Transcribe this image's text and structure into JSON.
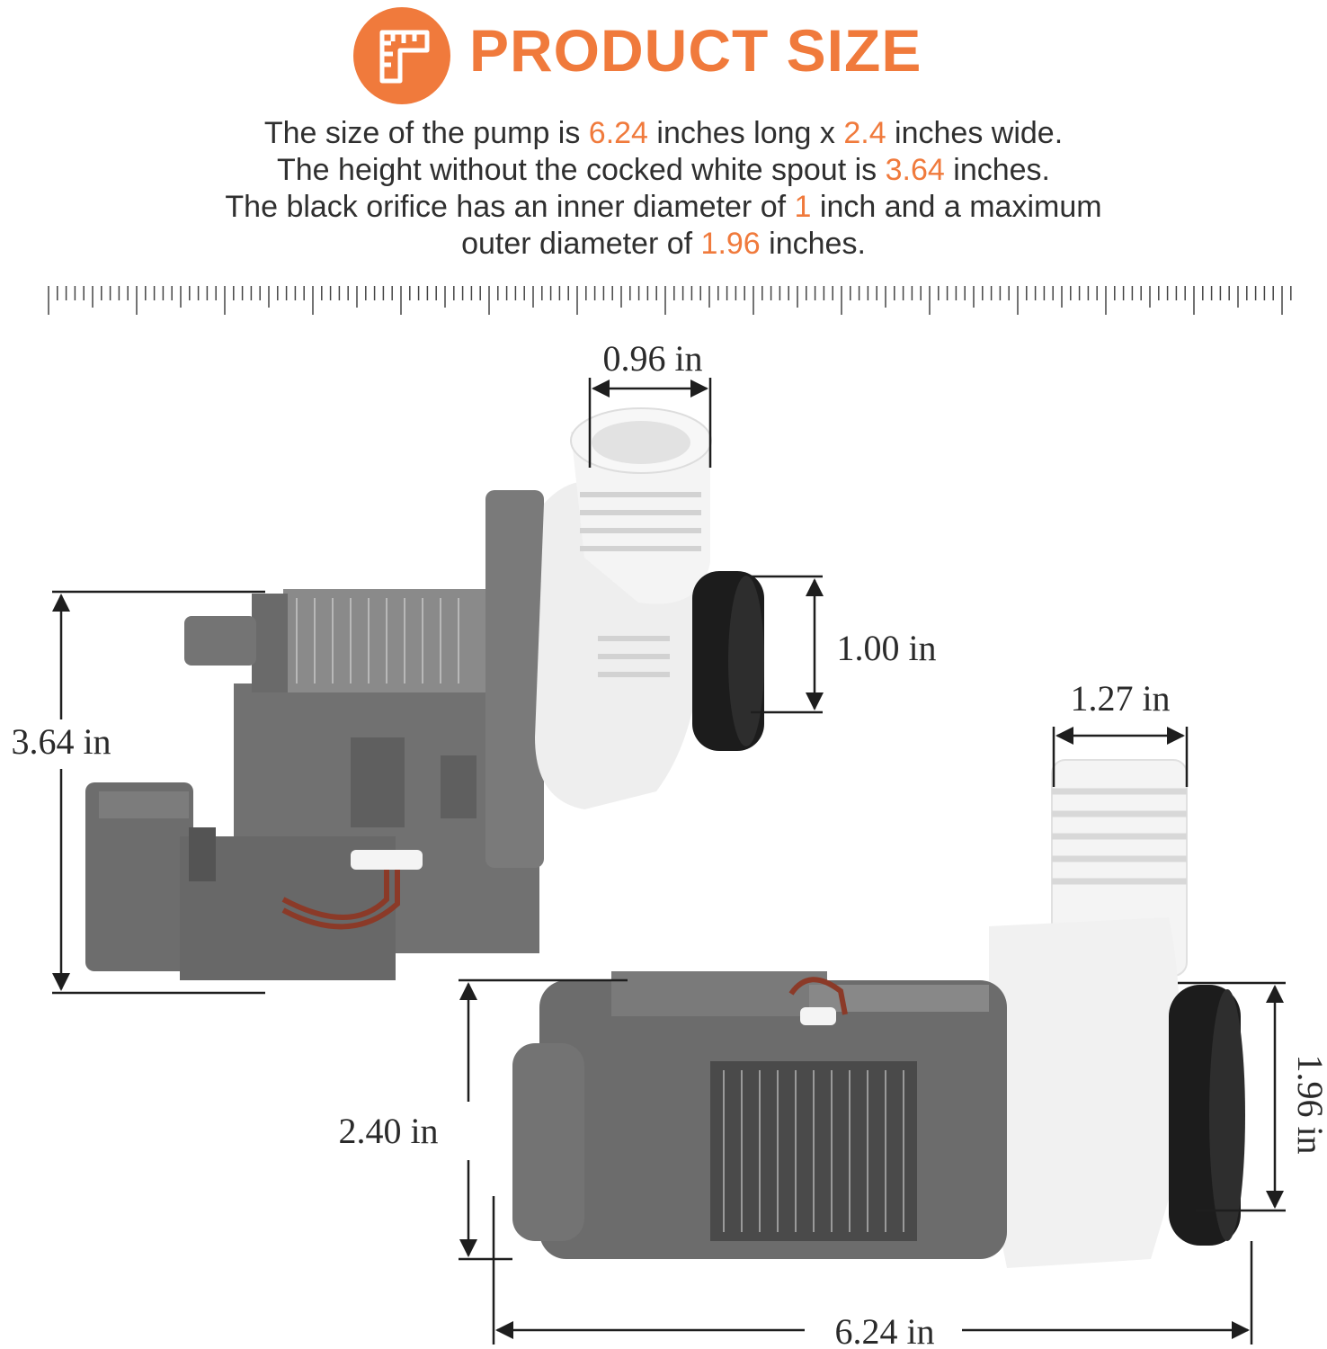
{
  "header": {
    "icon": "ruler-icon",
    "title": "PRODUCT SIZE",
    "accent_color": "#f07a3c"
  },
  "description": {
    "line1": {
      "p1": "The size of the pump is ",
      "v1": "6.24",
      "p2": " inches long x ",
      "v2": "2.4",
      "p3": " inches wide."
    },
    "line2": {
      "p1": "The height without the cocked white spout is ",
      "v1": "3.64",
      "p2": " inches."
    },
    "line3": {
      "p1": "The black orifice has an inner diameter of ",
      "v1": "1",
      "p2": " inch and a maximum"
    },
    "line4": {
      "p1": "outer diameter of ",
      "v1": "1.96",
      "p2": " inches."
    }
  },
  "dimensions": {
    "spout_top": "0.96 in",
    "orifice_inner": "1.00 in",
    "height": "3.64 in",
    "spout_side": "1.27 in",
    "orifice_outer": "1.96 in",
    "width": "2.40 in",
    "length": "6.24 in"
  }
}
